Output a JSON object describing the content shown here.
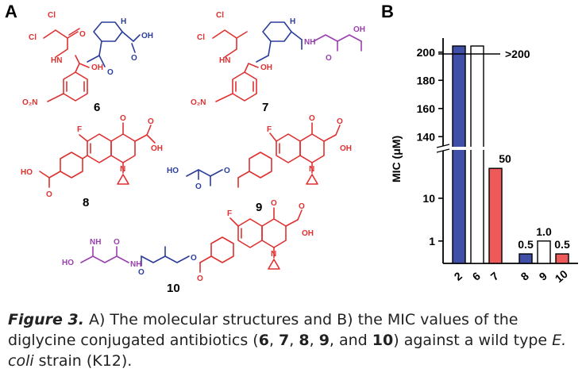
{
  "panels": {
    "a": "A",
    "b": "B"
  },
  "compounds": {
    "c6": "6",
    "c7": "7",
    "c8": "8",
    "c9": "9",
    "c10": "10"
  },
  "atoms": {
    "cl": "Cl",
    "o": "O",
    "oh": "OH",
    "nh": "NH",
    "hn": "HN",
    "n": "N",
    "h": "H",
    "f": "F",
    "ho": "HO",
    "o2n": "O₂N"
  },
  "colors": {
    "red": "#e03030",
    "blue": "#2b3d9a",
    "purple": "#9a3fb0",
    "black": "#111111",
    "bar_blue": "#4050a8",
    "bar_red": "#ee5a5a"
  },
  "chart_data": {
    "type": "bar",
    "ylabel": "MIC (μM)",
    "yticks_upper": [
      "200",
      "180",
      "160",
      "140"
    ],
    "yticks_lower": [
      "10",
      "1"
    ],
    "categories": [
      "2",
      "6",
      "7",
      "8",
      "9",
      "10"
    ],
    "values": [
      ">200",
      ">200",
      "50",
      "0.5",
      "1.0",
      "0.5"
    ],
    "numeric_values": [
      205,
      205,
      50,
      0.5,
      1.0,
      0.5
    ],
    "labels": [
      "",
      "",
      "50",
      "0.5",
      "1.0",
      "0.5"
    ],
    "ref_label": ">200",
    "ylim_upper": [
      130,
      210
    ],
    "ylim_lower": [
      0.3,
      100
    ],
    "log_lower": true,
    "bar_colors": [
      "#4050a8",
      "#ffffff",
      "#ee5a5a",
      "#4050a8",
      "#ffffff",
      "#ee5a5a"
    ],
    "grid": false
  },
  "caption": {
    "fig": "Figure 3.",
    "t1": " A) The molecular structures and B) the MIC values of the diglycine conjugated antibiotics (",
    "n6": "6",
    "s1": ", ",
    "n7": "7",
    "s2": ", ",
    "n8": "8",
    "s3": ", ",
    "n9": "9",
    "s4": ", and ",
    "n10": "10",
    "t2": ") against a wild type ",
    "species": "E. coli",
    "t3": " strain (K12)."
  }
}
